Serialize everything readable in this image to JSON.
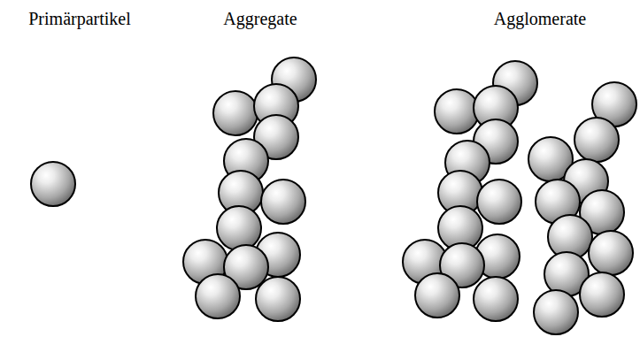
{
  "diagram": {
    "labels": [
      "Primärpartikel",
      "Aggregate",
      "Agglomerate"
    ]
  }
}
